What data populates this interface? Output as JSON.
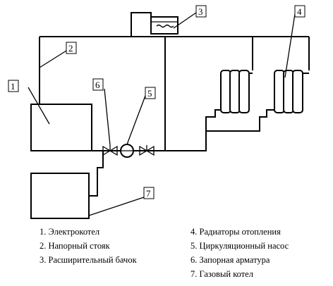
{
  "callouts": [
    "1",
    "2",
    "3",
    "4",
    "5",
    "6",
    "7"
  ],
  "legend": [
    "1. Электрокотел",
    "2. Напорный стояк",
    "3. Расширительный бачок",
    "4. Радиаторы отопления",
    "5. Циркуляционный насос",
    "6. Запорная арматура",
    "7. Газовый котел"
  ]
}
